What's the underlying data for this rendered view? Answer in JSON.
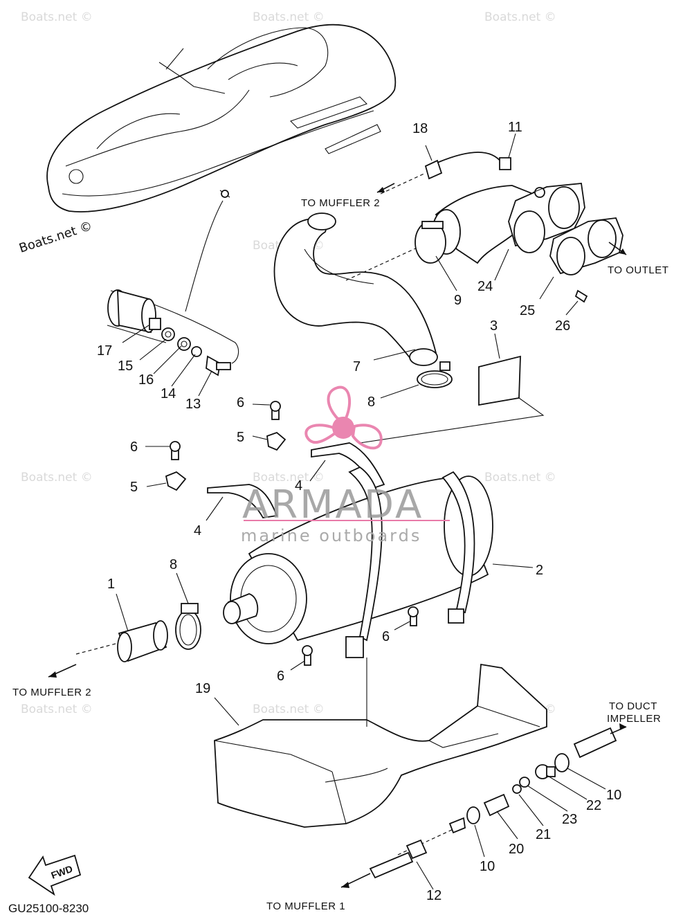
{
  "diagram": {
    "code": "GU25100-8230",
    "fwd_label": "FWD",
    "watermarks": {
      "main": "Boats.net ©",
      "faint": "Boats.net ©"
    },
    "brand": {
      "name": "ARMADA",
      "tagline": "marine outboards",
      "accent_color": "#e87aa8"
    },
    "direction_labels": {
      "to_muffler_2_top": "TO MUFFLER 2",
      "to_outlet": "TO OUTLET",
      "to_muffler_2_left": "TO MUFFLER 2",
      "to_duct_line1": "TO DUCT",
      "to_duct_line2": "IMPELLER",
      "to_muffler_1": "TO MUFFLER 1"
    },
    "part_numbers": {
      "p1": "1",
      "p2": "2",
      "p3": "3",
      "p4a": "4",
      "p4b": "4",
      "p5a": "5",
      "p5b": "5",
      "p6a": "6",
      "p6b": "6",
      "p6c": "6",
      "p6d": "6",
      "p7": "7",
      "p8a": "8",
      "p8b": "8",
      "p9": "9",
      "p10a": "10",
      "p10b": "10",
      "p11": "11",
      "p12": "12",
      "p13": "13",
      "p14": "14",
      "p15": "15",
      "p16": "16",
      "p17": "17",
      "p18": "18",
      "p19": "19",
      "p20": "20",
      "p21": "21",
      "p22": "22",
      "p23": "23",
      "p24": "24",
      "p25": "25",
      "p26": "26"
    }
  }
}
